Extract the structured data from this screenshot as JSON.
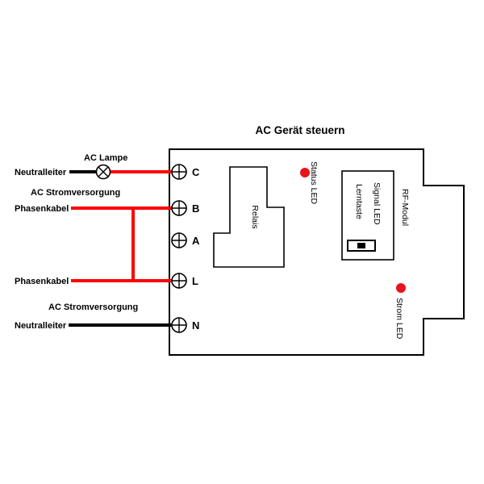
{
  "title": "AC Gerät steuern",
  "colors": {
    "wire_red": "#ff0000",
    "wire_black": "#000000",
    "led_red": "#e8131d",
    "outline_black": "#000000"
  },
  "left_labels": {
    "neutral_top": "Neutralleiter",
    "ac_lamp": "AC Lampe",
    "supply_top": "AC Stromversorgung",
    "phase_top": "Phasenkabel",
    "phase_bottom": "Phasenkabel",
    "supply_bottom": "AC Stromversorgung",
    "neutral_bottom": "Neutralleiter"
  },
  "terminals": [
    "C",
    "B",
    "A",
    "L",
    "N"
  ],
  "device": {
    "relay_label": "Relais",
    "status_led_label": "Status LED",
    "learn_button_label": "Lerntaste",
    "signal_led_label": "Signal LED",
    "rf_module_label": "RF-Modul",
    "power_led_label": "Strom LED"
  }
}
